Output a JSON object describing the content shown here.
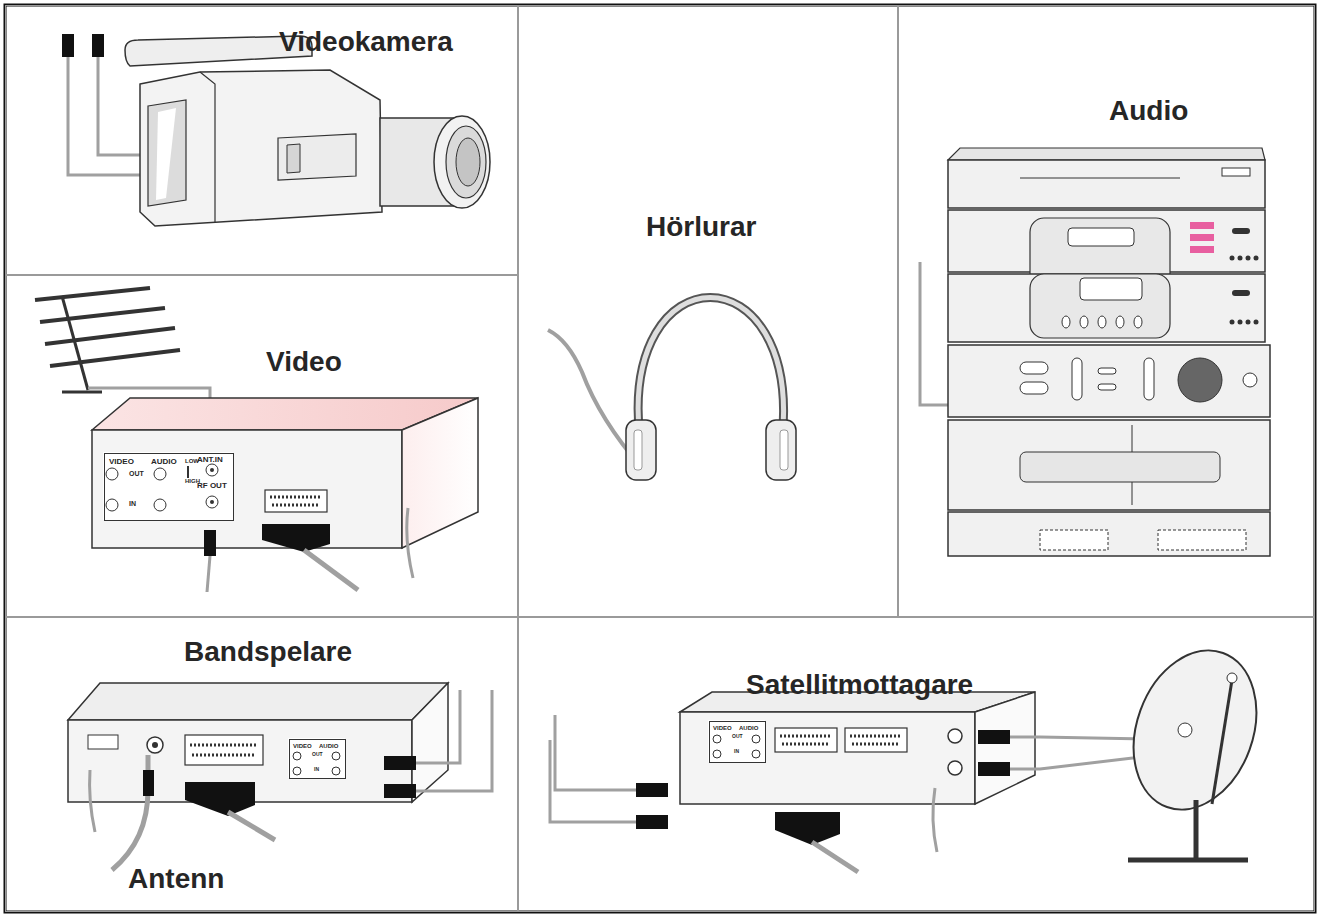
{
  "diagram": {
    "nodes": [
      {
        "text": [
          "Videokamera"
        ]
      },
      {
        "text": [
          "Hörlurar"
        ]
      },
      {
        "text": [
          "Audio"
        ]
      },
      {
        "text": [
          "Video"
        ]
      },
      {
        "text": [
          "VIDEO",
          "AUDIO",
          "OUT",
          "IN",
          "LOW",
          "HIGH",
          "ANT.IN",
          "RF OUT"
        ],
        "in": 3
      },
      {
        "text": [
          "Bandspelare"
        ]
      },
      {
        "text": [
          "VIDEO",
          "AUDIO",
          "OUT",
          "IN"
        ],
        "in": 5
      },
      {
        "text": [
          "Satellitmottagare"
        ]
      },
      {
        "text": [
          "VIDEO",
          "AUDIO",
          "OUT",
          "IN"
        ],
        "in": 7
      }
    ],
    "labels": [
      "Antenn"
    ]
  }
}
